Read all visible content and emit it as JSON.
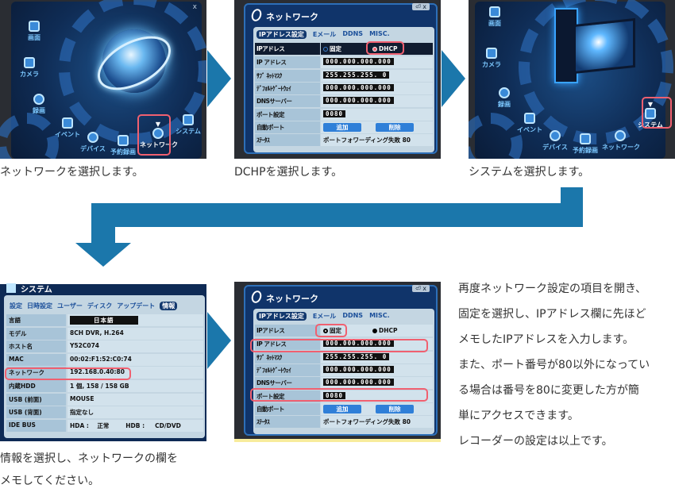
{
  "menu_items": [
    "画面",
    "カメラ",
    "録画",
    "イベント",
    "デバイス",
    "予約録画",
    "ネットワーク",
    "システム"
  ],
  "captions": {
    "step1": "ネットワークを選択します。",
    "step2": "DCHPを選択します。",
    "step3": "システムを選択します。",
    "step4_line1": "情報を選択し、ネットワークの欄を",
    "step4_line2": "メモしてください。"
  },
  "network_dhcp": {
    "title": "ネットワーク",
    "close": "⏎ x",
    "tabs": [
      "IPアドレス設定",
      "Eメール",
      "DDNS",
      "MISC."
    ],
    "active_tab": 0,
    "rows": [
      {
        "label": "IPアドレス",
        "type": "radio",
        "options": [
          "固定",
          "DHCP"
        ],
        "selected": "DHCP"
      },
      {
        "label": "IP アドレス",
        "value": "000.000.000.000"
      },
      {
        "label": "ｻﾌﾞ ﾈｯﾄﾏｽｸ",
        "value": "255.255.255.  0"
      },
      {
        "label": "ﾃﾞﾌｫﾙﾄｹﾞｰﾄｳｪｲ",
        "value": "000.000.000.000"
      },
      {
        "label": "DNSサーバー",
        "value": "000.000.000.000"
      },
      {
        "label": "ポート設定",
        "value": "0080"
      },
      {
        "label": "自動ポート",
        "type": "buttons",
        "buttons": [
          "追加",
          "削除"
        ]
      },
      {
        "label": "ｽﾃｰﾀｽ",
        "text": "ポートフォワーディング失敗 80"
      }
    ],
    "highlight": [
      "DHCP"
    ]
  },
  "system_info": {
    "title": "システム",
    "tabs": [
      "設定",
      "日時設定",
      "ユーザー",
      "ディスク",
      "アップデート",
      "情報"
    ],
    "active_tab": 5,
    "rows": [
      {
        "label": "言語",
        "value": "日本語"
      },
      {
        "label": "モデル",
        "value": "8CH DVR, H.264"
      },
      {
        "label": "ホスト名",
        "value": "Y52C074"
      },
      {
        "label": "MAC",
        "value": "00:02:F1:52:C0:74"
      },
      {
        "label": "ネットワーク",
        "value": "192.168.0.40:80"
      },
      {
        "label": "内蔵HDD",
        "value": "1 個, 158 / 158 GB"
      },
      {
        "label": "USB (前面)",
        "value": "MOUSE"
      },
      {
        "label": "USB (背面)",
        "value": "指定なし"
      },
      {
        "label": "IDE BUS",
        "value": "HDA :    正常        HDB :     CD/DVD"
      }
    ]
  },
  "network_static": {
    "title": "ネットワーク",
    "close": "⏎ x",
    "tabs": [
      "IPアドレス設定",
      "Eメール",
      "DDNS",
      "MISC."
    ],
    "active_tab": 0,
    "rows": [
      {
        "label": "IPアドレス",
        "type": "radio",
        "options": [
          "固定",
          "DHCP"
        ],
        "selected": "固定"
      },
      {
        "label": "IP アドレス",
        "value": "000.000.000.000"
      },
      {
        "label": "ｻﾌﾞ ﾈｯﾄﾏｽｸ",
        "value": "255.255.255.  0"
      },
      {
        "label": "ﾃﾞﾌｫﾙﾄｹﾞｰﾄｳｪｲ",
        "value": "000.000.000.000"
      },
      {
        "label": "DNSサーバー",
        "value": "000.000.000.000"
      },
      {
        "label": "ポート設定",
        "value": "0080"
      },
      {
        "label": "自動ポート",
        "type": "buttons",
        "buttons": [
          "追加",
          "削除"
        ]
      },
      {
        "label": "ｽﾃｰﾀｽ",
        "text": "ポートフォワーディング失敗 80"
      }
    ]
  },
  "instructions": [
    "再度ネットワーク設定の項目を開き、",
    "固定を選択し、IPアドレス欄に先ほど",
    "メモしたIPアドレスを入力します。",
    "また、ポート番号が80以外になってい",
    "る場合は番号を80に変更した方が簡",
    "単にアクセスできます。",
    "レコーダーの設定は以上です。"
  ],
  "colors": {
    "arrow": "#1b77ab",
    "highlight": "#f06070"
  }
}
